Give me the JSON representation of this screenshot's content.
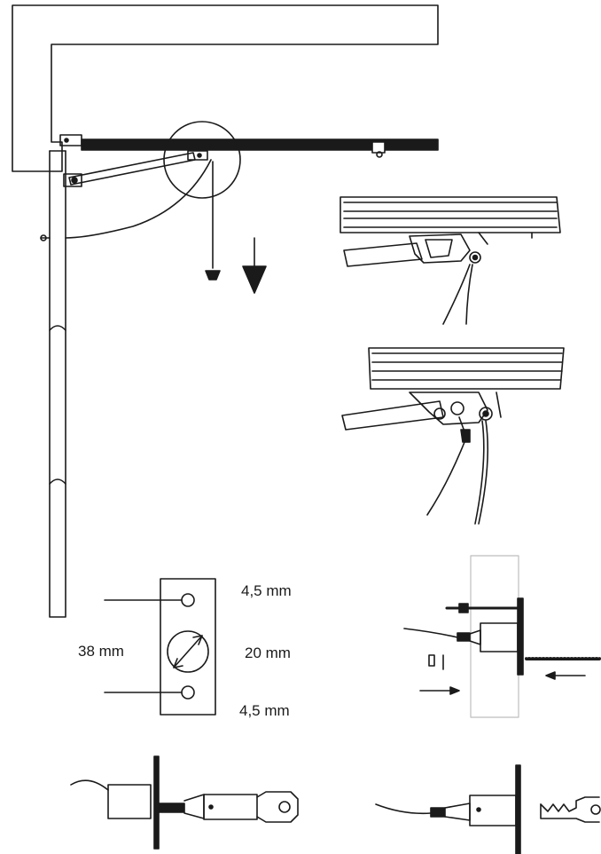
{
  "drill_template": {
    "top_hole": "4,5 mm",
    "height": "38 mm",
    "center_hole": "20 mm",
    "bottom_hole": "4,5 mm"
  },
  "colors": {
    "line": "#1a1a1a",
    "box_outline": "#bdbdbd",
    "background": "#ffffff"
  },
  "icons": {
    "pull_direction": "down-arrow-icon",
    "insert_direction": "right-arrow-icon",
    "screw_direction": "left-arrow-icon"
  }
}
